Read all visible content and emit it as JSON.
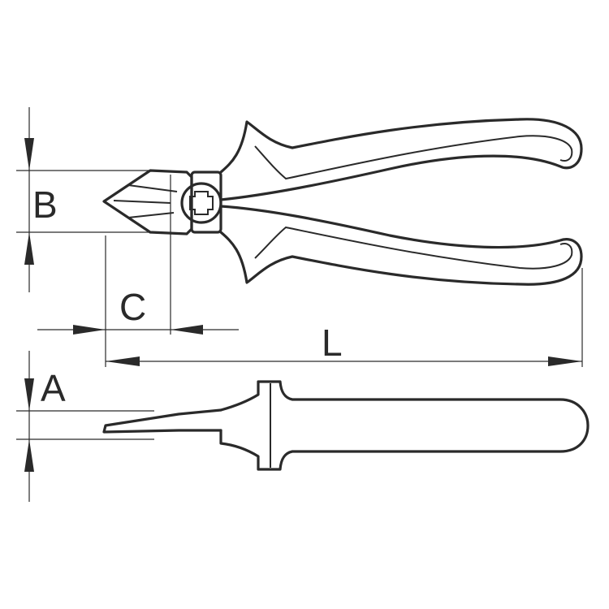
{
  "diagram": {
    "labels": {
      "B": "B",
      "C": "C",
      "L": "L",
      "A": "A"
    },
    "colors": {
      "line": "#2a2a2a",
      "background": "#ffffff"
    }
  }
}
